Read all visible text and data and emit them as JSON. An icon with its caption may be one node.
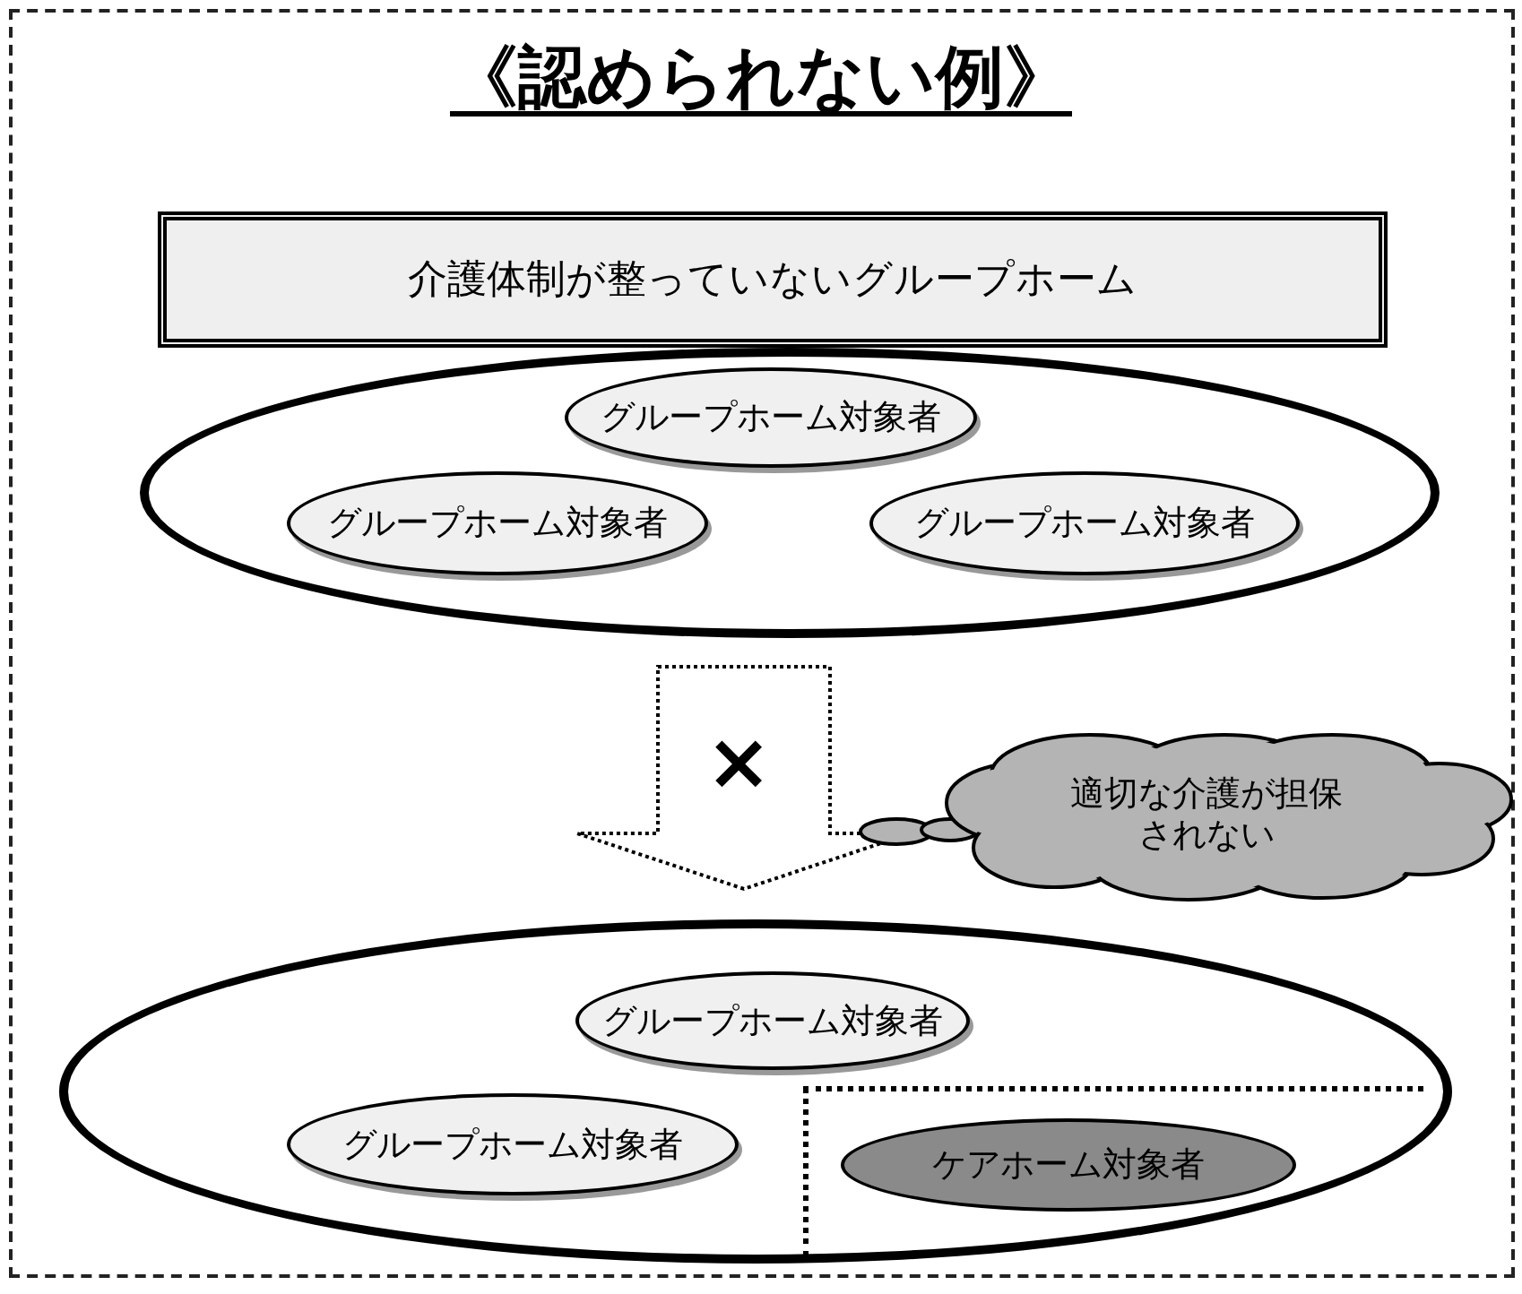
{
  "diagram": {
    "title": "《認められない例》",
    "nodes": [
      {
        "text": [
          "介護体制が整っていないグループホーム"
        ]
      },
      {
        "text": [],
        "shape": "ellipse"
      },
      {
        "text": [
          "グループホーム対象者"
        ],
        "in": 1
      },
      {
        "text": [
          "グループホーム対象者"
        ],
        "in": 1
      },
      {
        "text": [
          "グループホーム対象者"
        ],
        "in": 1
      },
      {
        "text": [
          "適切な介護が担保されない"
        ]
      },
      {
        "text": [],
        "shape": "ellipse"
      },
      {
        "text": [
          "グループホーム対象者"
        ],
        "in": 6
      },
      {
        "text": [
          "グループホーム対象者"
        ],
        "in": 6
      },
      {
        "text": [],
        "shape": "box",
        "in": 6
      },
      {
        "text": [
          "ケアホーム対象者"
        ],
        "in": 9
      }
    ],
    "edges": [
      {
        "from": 1,
        "to": 6,
        "arrow": "to",
        "label": "×",
        "style": "dashed"
      }
    ]
  }
}
